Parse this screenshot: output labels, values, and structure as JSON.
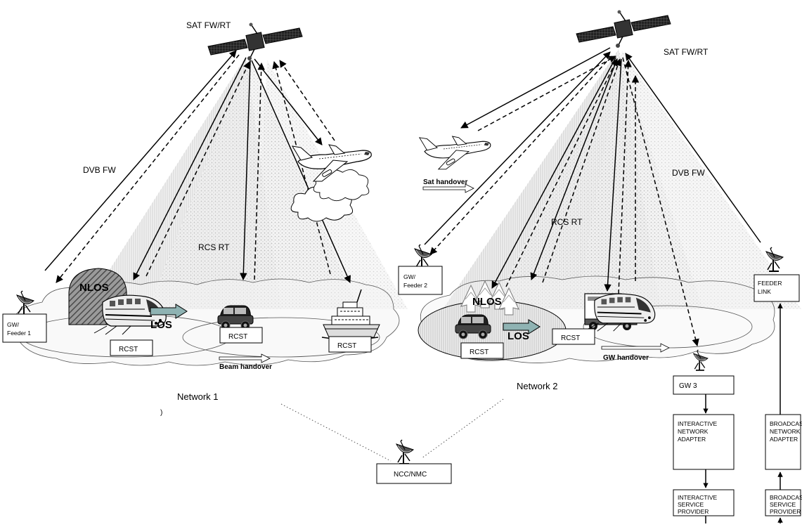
{
  "satellites": {
    "left_label": "SAT FW/RT",
    "right_label": "SAT FW/RT"
  },
  "links": {
    "dvb_fw_left": "DVB FW",
    "dvb_fw_right": "DVB FW",
    "rcs_rt_left": "RCS RT",
    "rcs_rt_right": "RCS RT"
  },
  "networks": {
    "network1": "Network 1",
    "network2": "Network 2",
    "stray_mark": ")"
  },
  "stations": {
    "gw_feeder1": [
      "GW/",
      "Feeder 1"
    ],
    "gw_feeder2": [
      "GW/",
      "Feeder 2"
    ],
    "gw3": "GW 3",
    "feeder_link": [
      "FEEDER",
      "LINK"
    ],
    "ncc_nmc": "NCC/NMC"
  },
  "terminals": {
    "rcst_1": "RCST",
    "rcst_2": "RCST",
    "rcst_3": "RCST",
    "rcst_4": "RCST",
    "rcst_5": "RCST"
  },
  "conditions": {
    "nlos_1": "NLOS",
    "los_1": "LOS",
    "nlos_2": "NLOS",
    "los_2": "LOS"
  },
  "handovers": {
    "beam": "Beam handover",
    "gw": "GW handover",
    "sat": "Sat handover"
  },
  "blocks": {
    "interactive_network_adapter": [
      "INTERACTIVE",
      "NETWORK",
      "ADAPTER"
    ],
    "broadcast_network_adapter": [
      "BROADCAST",
      "NETWORK",
      "ADAPTER"
    ],
    "interactive_service_provider": [
      "INTERACTIVE",
      "SERVICE",
      "PROVIDER"
    ],
    "broadcast_service_provider": [
      "BROADCAST",
      "SERVICE",
      "PROVIDER"
    ]
  },
  "icons": [
    "satellite-icon",
    "dish-antenna-icon",
    "train-icon",
    "car-icon",
    "ship-icon",
    "truck-icon",
    "airplane-icon",
    "cloud-icon",
    "tree-icon",
    "tunnel-icon"
  ]
}
